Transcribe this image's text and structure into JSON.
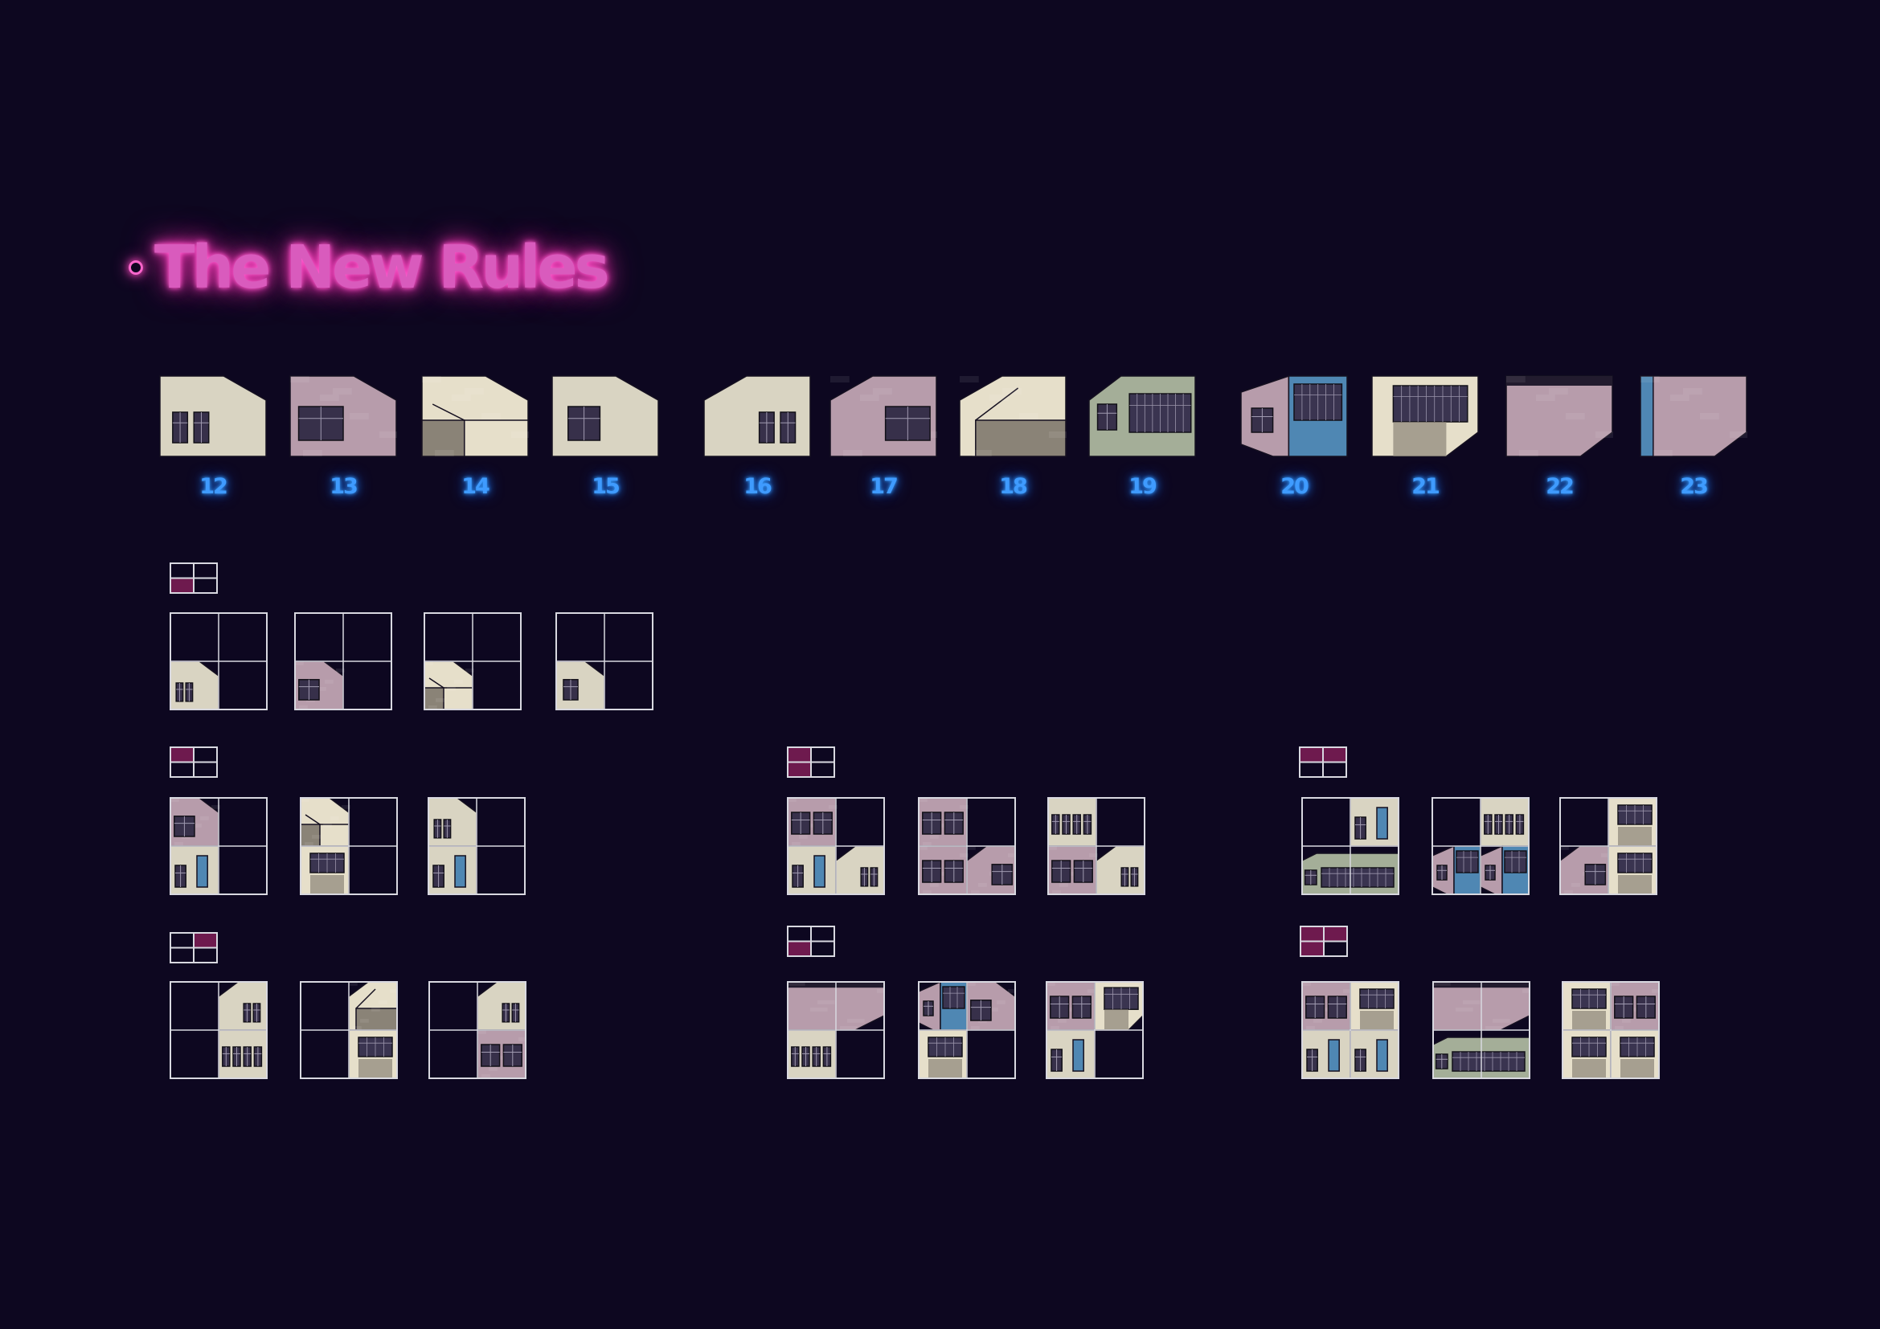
{
  "title": "The New Rules",
  "colors": {
    "background": "#0d0720",
    "title_glow": "#ff4fc4",
    "number_glow": "#3f9bff",
    "key_highlight": "#6e1a4e",
    "grid_line": "#d8d8e0"
  },
  "modules": [
    {
      "label": "12"
    },
    {
      "label": "13"
    },
    {
      "label": "14"
    },
    {
      "label": "15"
    },
    {
      "label": "16"
    },
    {
      "label": "17"
    },
    {
      "label": "18"
    },
    {
      "label": "19"
    },
    {
      "label": "20"
    },
    {
      "label": "21"
    },
    {
      "label": "22"
    },
    {
      "label": "23"
    }
  ]
}
